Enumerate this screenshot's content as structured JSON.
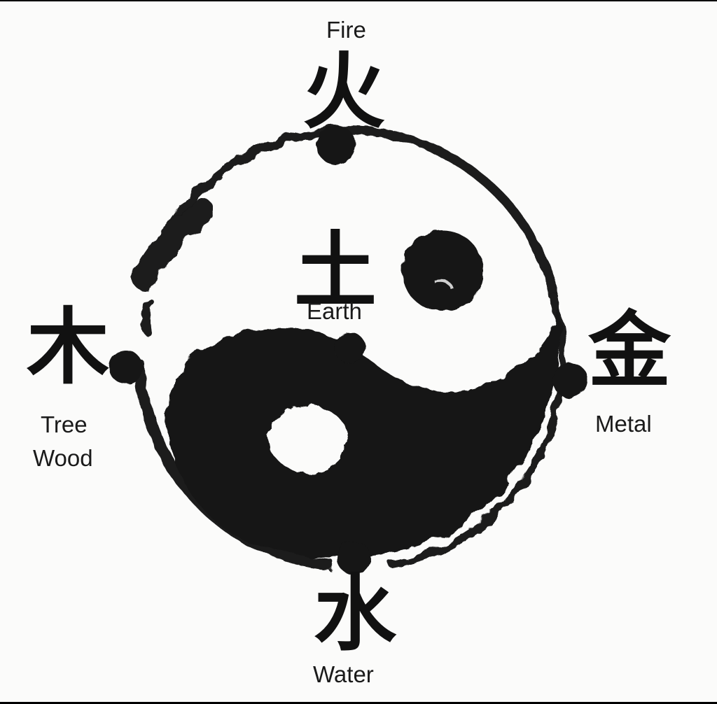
{
  "diagram": {
    "elements": [
      {
        "id": "fire",
        "glyph": "火",
        "label": "Fire"
      },
      {
        "id": "earth",
        "glyph": "土",
        "label": "Earth"
      },
      {
        "id": "wood",
        "glyph": "木",
        "label_line1": "Tree",
        "label_line2": "Wood"
      },
      {
        "id": "metal",
        "glyph": "金",
        "label": "Metal"
      },
      {
        "id": "water",
        "glyph": "水",
        "label": "Water"
      }
    ],
    "symbol": "yin-yang-ink-brush",
    "colors": {
      "ink": "#111111",
      "paper": "#fbfbfa",
      "frame": "#000000"
    }
  }
}
